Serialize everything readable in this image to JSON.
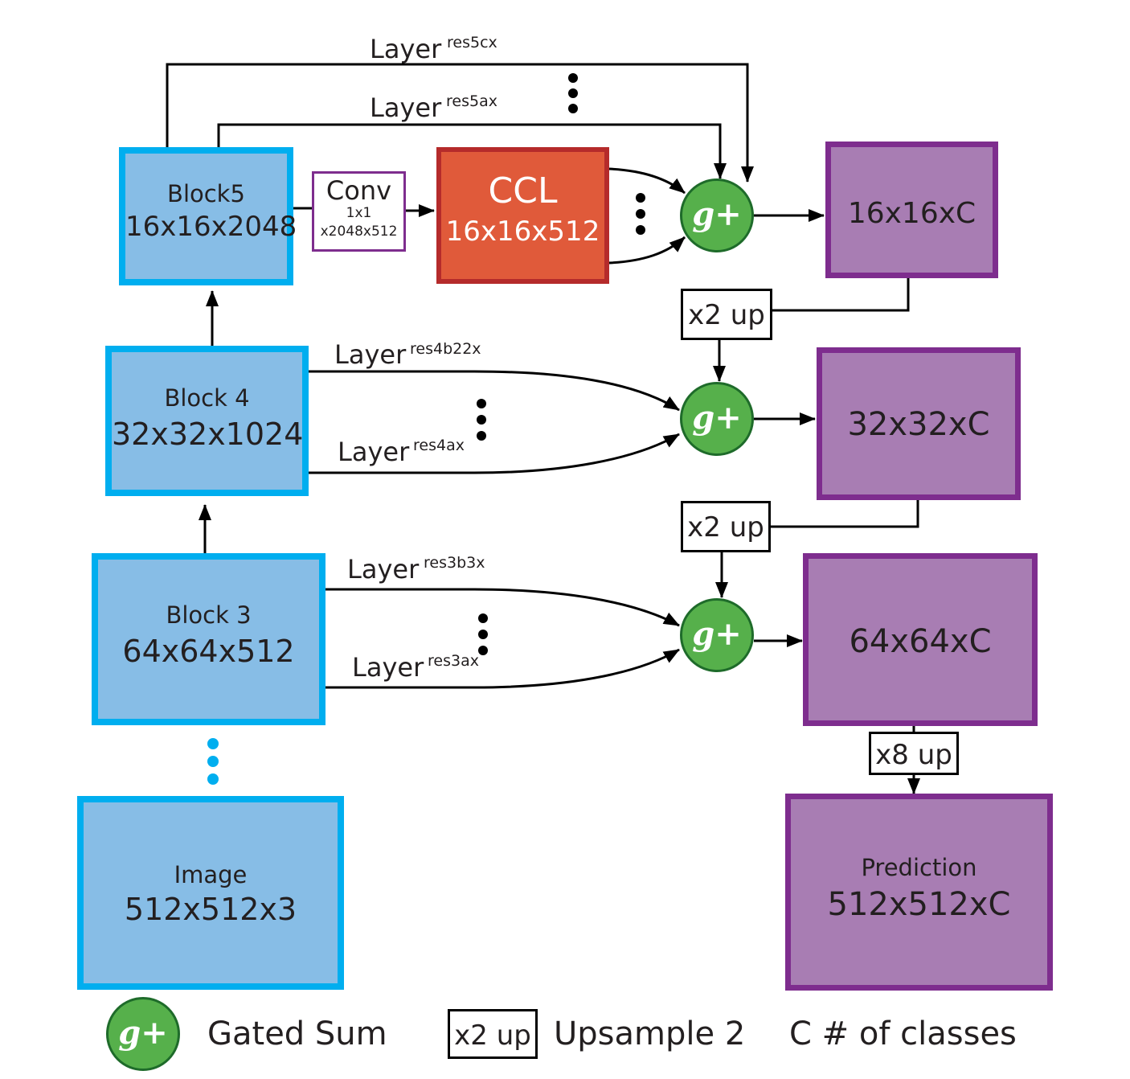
{
  "encoder": {
    "image": {
      "name": "Image",
      "dims": "512x512x3"
    },
    "block3": {
      "name": "Block 3",
      "dims": "64x64x512"
    },
    "block4": {
      "name": "Block 4",
      "dims": "32x32x1024"
    },
    "block5": {
      "name": "Block5",
      "dims": "16x16x2048"
    }
  },
  "conv": {
    "title": "Conv",
    "kernel": "1x1",
    "shape": "x2048x512"
  },
  "ccl": {
    "title": "CCL",
    "dims": "16x16x512"
  },
  "skip_layers": {
    "res5cx": {
      "text": "Layer",
      "sup": "res5cx"
    },
    "res5ax": {
      "text": "Layer",
      "sup": "res5ax"
    },
    "res4b22x": {
      "text": "Layer",
      "sup": "res4b22x"
    },
    "res4ax": {
      "text": "Layer",
      "sup": "res4ax"
    },
    "res3b3x": {
      "text": "Layer",
      "sup": "res3b3x"
    },
    "res3ax": {
      "text": "Layer",
      "sup": "res3ax"
    }
  },
  "gated_sum_symbol": "g+",
  "decoder": {
    "out16": "16x16xC",
    "out32": "32x32xC",
    "out64": "64x64xC",
    "prediction": {
      "name": "Prediction",
      "dims": "512x512xC"
    }
  },
  "upsample": {
    "x2": "x2 up",
    "x8": "x8 up"
  },
  "legend": {
    "gated_sum": "Gated Sum",
    "upsample_symbol": "x2 up",
    "upsample": "Upsample 2",
    "classes": "C # of classes"
  },
  "colors": {
    "encoder_fill": "#87bde6",
    "encoder_border": "#00aeef",
    "decoder_fill": "#a87db3",
    "decoder_border": "#7e2d8e",
    "ccl_fill": "#e05a3a",
    "ccl_border": "#b52b2b",
    "gated_sum_fill": "#56b04b"
  }
}
